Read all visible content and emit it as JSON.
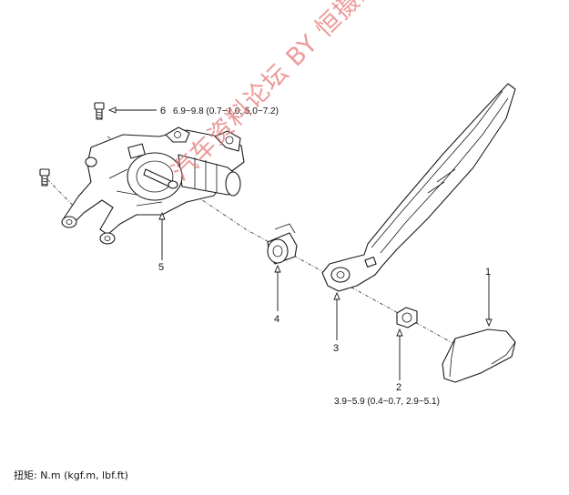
{
  "callouts": [
    {
      "number": "1"
    },
    {
      "number": "2",
      "torque": "3.9~5.9 (0.4~0.7, 2.9~5.1)"
    },
    {
      "number": "3"
    },
    {
      "number": "4"
    },
    {
      "number": "5"
    },
    {
      "number": "6",
      "torque": "6.9~9.8 (0.7~1.0, 5.0~7.2)"
    }
  ],
  "footer": {
    "torque_units": "扭矩: N.m (kgf.m, lbf.ft)"
  },
  "watermark": "汽车资料论坛 BY 恒摄影色"
}
